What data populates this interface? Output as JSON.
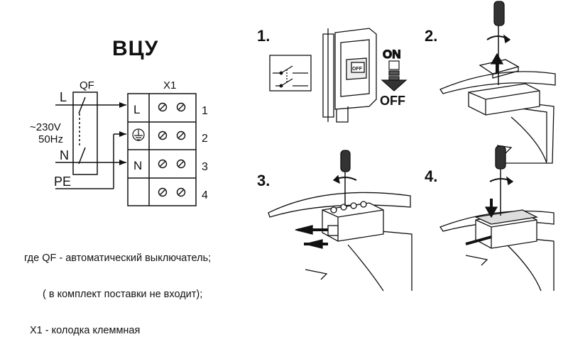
{
  "title": "ВЦУ",
  "wiring": {
    "qf_label": "QF",
    "x1_label": "X1",
    "line_L": "L",
    "line_N": "N",
    "line_PE": "PE",
    "voltage": "~230V",
    "frequency": "50Hz",
    "terminals": [
      {
        "label": "L",
        "number": "1"
      },
      {
        "label": "⏚",
        "number": "2"
      },
      {
        "label": "N",
        "number": "3"
      },
      {
        "label": "",
        "number": "4"
      }
    ]
  },
  "legend": {
    "line1": "где QF - автоматический выключатель;",
    "line2": "( в комплект поставки не входит);",
    "line3": "X1 - колодка клеммная"
  },
  "steps": {
    "s1": "1.",
    "s2": "2.",
    "s3": "3.",
    "s4": "4."
  },
  "breaker": {
    "on": "ON",
    "off": "OFF",
    "handle": "OFF"
  }
}
